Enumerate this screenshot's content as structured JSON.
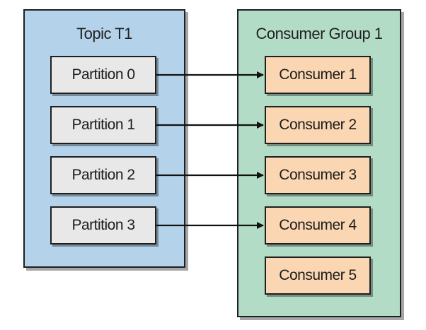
{
  "topic": {
    "title": "Topic T1",
    "fill": "#b4d3ea",
    "partitions": [
      {
        "label": "Partition 0"
      },
      {
        "label": "Partition 1"
      },
      {
        "label": "Partition 2"
      },
      {
        "label": "Partition 3"
      }
    ],
    "partition_fill": "#e8e8e8"
  },
  "consumer_group": {
    "title": "Consumer Group 1",
    "fill": "#b3dcc6",
    "consumers": [
      {
        "label": "Consumer 1"
      },
      {
        "label": "Consumer 2"
      },
      {
        "label": "Consumer 3"
      },
      {
        "label": "Consumer 4"
      },
      {
        "label": "Consumer 5"
      }
    ],
    "consumer_fill": "#fad7b2"
  },
  "connections": [
    {
      "from": "Partition 0",
      "to": "Consumer 1"
    },
    {
      "from": "Partition 1",
      "to": "Consumer 2"
    },
    {
      "from": "Partition 2",
      "to": "Consumer 3"
    },
    {
      "from": "Partition 3",
      "to": "Consumer 4"
    }
  ]
}
